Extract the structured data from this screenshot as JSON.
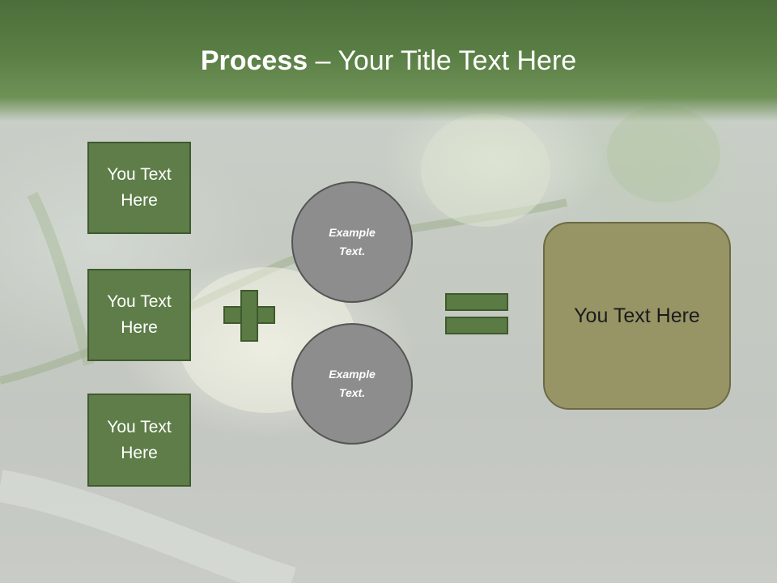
{
  "title": {
    "bold": "Process",
    "rest": " – Your Title Text Here"
  },
  "boxes": [
    {
      "label": "You Text Here"
    },
    {
      "label": "You Text Here"
    },
    {
      "label": "You Text Here"
    }
  ],
  "circles": [
    {
      "label": "Example Text."
    },
    {
      "label": "Example Text."
    }
  ],
  "result": {
    "label": "You Text Here"
  },
  "colors": {
    "header_green": "#5a7f45",
    "box_green": "#5e7d48",
    "circle_gray": "#8d8d8d",
    "result_olive": "#979565"
  },
  "icons": [
    "plus-sign",
    "equals-sign"
  ]
}
